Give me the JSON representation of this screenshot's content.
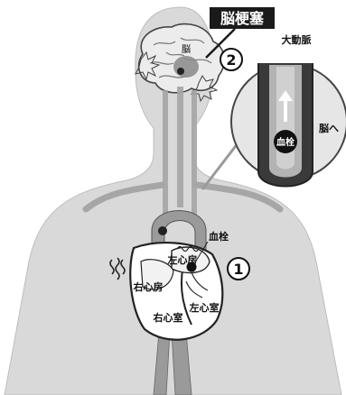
{
  "title": "脳梗塞",
  "labels": {
    "brain": "脳",
    "aorta": "大動脈",
    "to_brain": "脳へ",
    "thrombus_inset": "血栓",
    "thrombus_heart": "血栓",
    "left_atrium": "左心房",
    "right_atrium": "右心房",
    "right_ventricle": "右心室",
    "left_ventricle": "左心室"
  },
  "step_numbers": {
    "heart": "1",
    "brain": "2"
  },
  "colors": {
    "title_box": "#1a1a1a",
    "body_gray": "#d9d9d9",
    "vessel_gray": "#9a9a9a",
    "dark": "#222222"
  }
}
